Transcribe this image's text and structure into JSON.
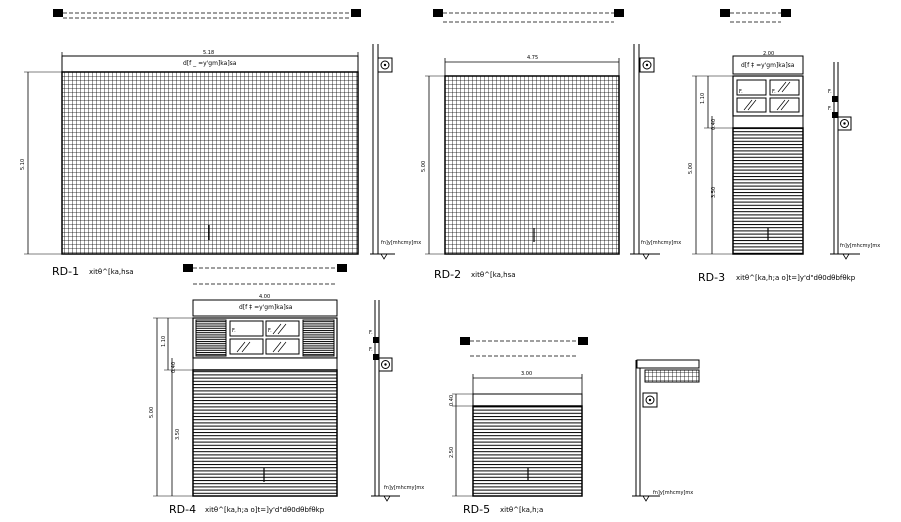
{
  "doors": [
    {
      "id": "RD-1",
      "label": "RD-1",
      "caption": "xitθ^[ka,hsa",
      "header_note": "d[f _ =y'gm]ka]sa",
      "width_dim": "5.18",
      "height_dims": [
        "5.10"
      ],
      "floor_note": "fn]y[mhcmy]mx"
    },
    {
      "id": "RD-2",
      "label": "RD-2",
      "caption": "xitθ^[ka,hsa",
      "width_dim": "4.75",
      "height_dims": [
        "5.00"
      ],
      "floor_note": "fn]y[mhcmy]mx"
    },
    {
      "id": "RD-3",
      "label": "RD-3",
      "caption": "xitθ^[ka,h;a o]t=]y'd\"dθ0dθbfθkp",
      "header_note": "d[f ‡ =y'gm]ka]sa",
      "width_dim": "2.00",
      "height_dims": [
        "1.10",
        "0.40",
        "5.00",
        "3.50"
      ],
      "vent_marks": [
        "F.",
        "F."
      ],
      "side_marks": [
        "F.",
        "F."
      ],
      "floor_note": "fn]y[mhcmy]mx"
    },
    {
      "id": "RD-4",
      "label": "RD-4",
      "caption": "xitθ^[ka,h;a o]t=]y'd\"dθ0dθbfθkp",
      "header_note": "d[f ‡ =y'gm]ka]sa",
      "width_dim": "4.00",
      "height_dims": [
        "1.10",
        "0.40",
        "5.00",
        "3.50"
      ],
      "vent_marks": [
        "F.",
        "F."
      ],
      "side_marks": [
        "F.",
        "F."
      ],
      "floor_note": "fn]y[mhcmy]mx"
    },
    {
      "id": "RD-5",
      "label": "RD-5",
      "caption": "xitθ^[ka,h;a",
      "width_dim": "3.00",
      "height_dims": [
        "0.40",
        "2.50"
      ],
      "floor_note": "fn]y[mhcmy]mx"
    }
  ],
  "colors": {
    "ink": "#000000",
    "paper": "#ffffff"
  }
}
